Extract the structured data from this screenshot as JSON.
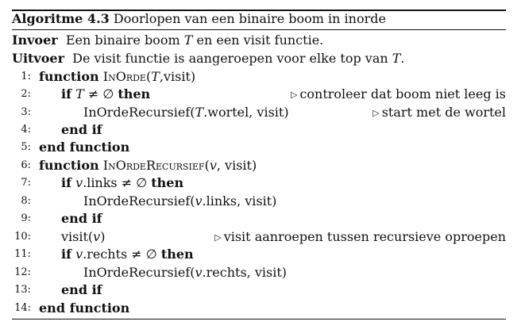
{
  "caption": {
    "label": "Algoritme 4.3",
    "title": "Doorlopen van een binaire boom in inorde"
  },
  "input": {
    "label": "Invoer",
    "pre": "Een binaire boom",
    "var": "T",
    "post": "en een visit functie."
  },
  "output": {
    "label": "Uitvoer",
    "pre": "De visit functie is aangeroepen voor elke top van",
    "var": "T",
    "post": "."
  },
  "keywords": {
    "function": "function",
    "end_function": "end function",
    "if": "if",
    "then": "then",
    "end_if": "end if"
  },
  "lines": [
    {
      "num": "1:",
      "proc": "InOrde",
      "params_pre": "(",
      "param_var": "T",
      "params_post": ",visit)"
    },
    {
      "num": "2:",
      "cond_var": "T",
      "cond_rest": " ≠ ∅",
      "comment": "controleer dat boom niet leeg is"
    },
    {
      "num": "3:",
      "call": "InOrdeRecursief(",
      "arg_var": "T",
      "arg_rest": ".wortel, visit)",
      "comment": "start met de wortel"
    },
    {
      "num": "4:"
    },
    {
      "num": "5:"
    },
    {
      "num": "6:",
      "proc": "InOrdeRecursief",
      "params_pre": "(",
      "param_var": "v",
      "params_post": ", visit)"
    },
    {
      "num": "7:",
      "cond_var": "v",
      "cond_rest": ".links ≠ ∅"
    },
    {
      "num": "8:",
      "call": "InOrdeRecursief(",
      "arg_var": "v",
      "arg_rest": ".links, visit)"
    },
    {
      "num": "9:"
    },
    {
      "num": "10:",
      "call": "visit(",
      "arg_var": "v",
      "arg_rest": ")",
      "comment": "visit aanroepen tussen recursieve oproepen"
    },
    {
      "num": "11:",
      "cond_var": "v",
      "cond_rest": ".rechts ≠ ∅"
    },
    {
      "num": "12:",
      "call": "InOrdeRecursief(",
      "arg_var": "v",
      "arg_rest": ".rechts, visit)"
    },
    {
      "num": "13:"
    },
    {
      "num": "14:"
    }
  ],
  "comment_marker": "▷"
}
